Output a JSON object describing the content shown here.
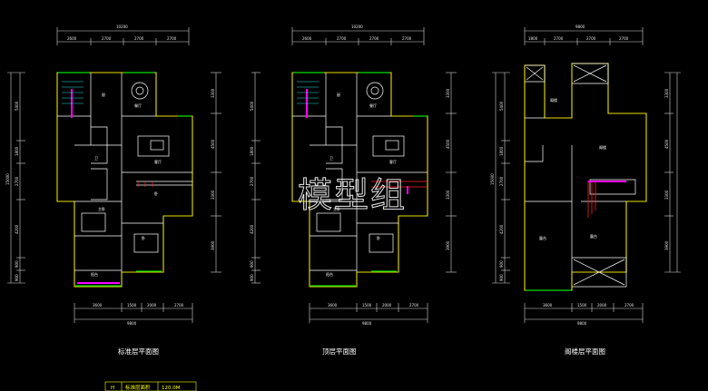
{
  "plans": [
    {
      "id": "standard",
      "caption": "标准层平面图",
      "top_total": "10200",
      "top_segments": [
        "2600",
        "2700",
        "2700",
        "2700"
      ],
      "bottom_segments": [
        "3600",
        "1500",
        "2000",
        "2700"
      ],
      "bottom_total": "9800",
      "left_dims": [
        "5400",
        "1800",
        "2700",
        "4200",
        "900",
        "900"
      ],
      "left_total": "15000",
      "right_dims": [
        "3300",
        "4500",
        "3300",
        "3900"
      ]
    },
    {
      "id": "top-floor",
      "caption": "顶层平面图",
      "top_total": "10200",
      "top_segments": [
        "2600",
        "2700",
        "2700",
        "2700"
      ],
      "bottom_segments": [
        "3600",
        "1500",
        "2000",
        "2700"
      ],
      "bottom_total": "9800",
      "left_dims": [
        "5400",
        "1800",
        "2700",
        "4200",
        "900",
        "900"
      ],
      "left_total": "15000",
      "right_dims": [
        "3300",
        "4500",
        "3300",
        "3900"
      ]
    },
    {
      "id": "attic",
      "caption": "阁楼层平面图",
      "top_total": "9800",
      "top_segments": [
        "1800",
        "2700",
        "2700",
        "2700"
      ],
      "bottom_segments": [
        "3600",
        "1500",
        "2000",
        "2700"
      ],
      "bottom_total": "9800",
      "left_dims": [
        "5400",
        "1800",
        "2700",
        "4200",
        "900",
        "900"
      ],
      "left_total": "15000",
      "right_dims": [
        "3300",
        "4500",
        "3300",
        "3900"
      ]
    }
  ],
  "rooms": {
    "kitchen": "厨",
    "dining": "餐厅",
    "living": "客厅",
    "bedroom": "卧",
    "master": "主卧",
    "bath": "卫",
    "balcony": "阳台",
    "study": "书",
    "loft": "阁楼",
    "terrace": "露台"
  },
  "watermark": "模型组",
  "table": {
    "code": "H",
    "label": "标准层面积",
    "value": "120.0M"
  }
}
